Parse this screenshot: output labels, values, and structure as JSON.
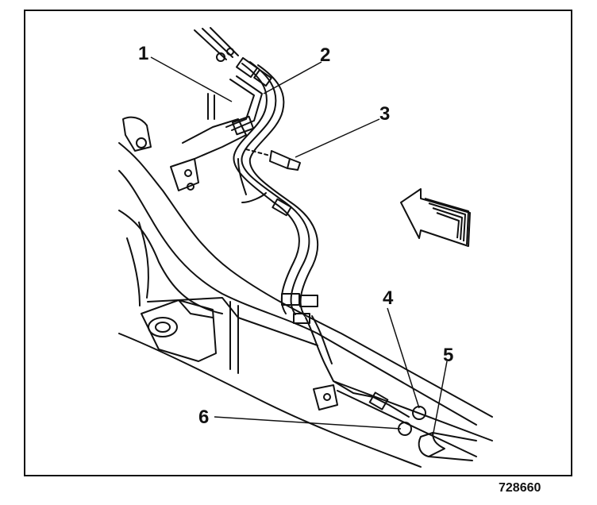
{
  "figure": {
    "id": "728660",
    "callouts": [
      "1",
      "2",
      "3",
      "4",
      "5",
      "6"
    ]
  },
  "colors": {
    "ink": "#111111",
    "paper": "#ffffff"
  },
  "icons": [
    "front-direction-arrow-icon"
  ]
}
